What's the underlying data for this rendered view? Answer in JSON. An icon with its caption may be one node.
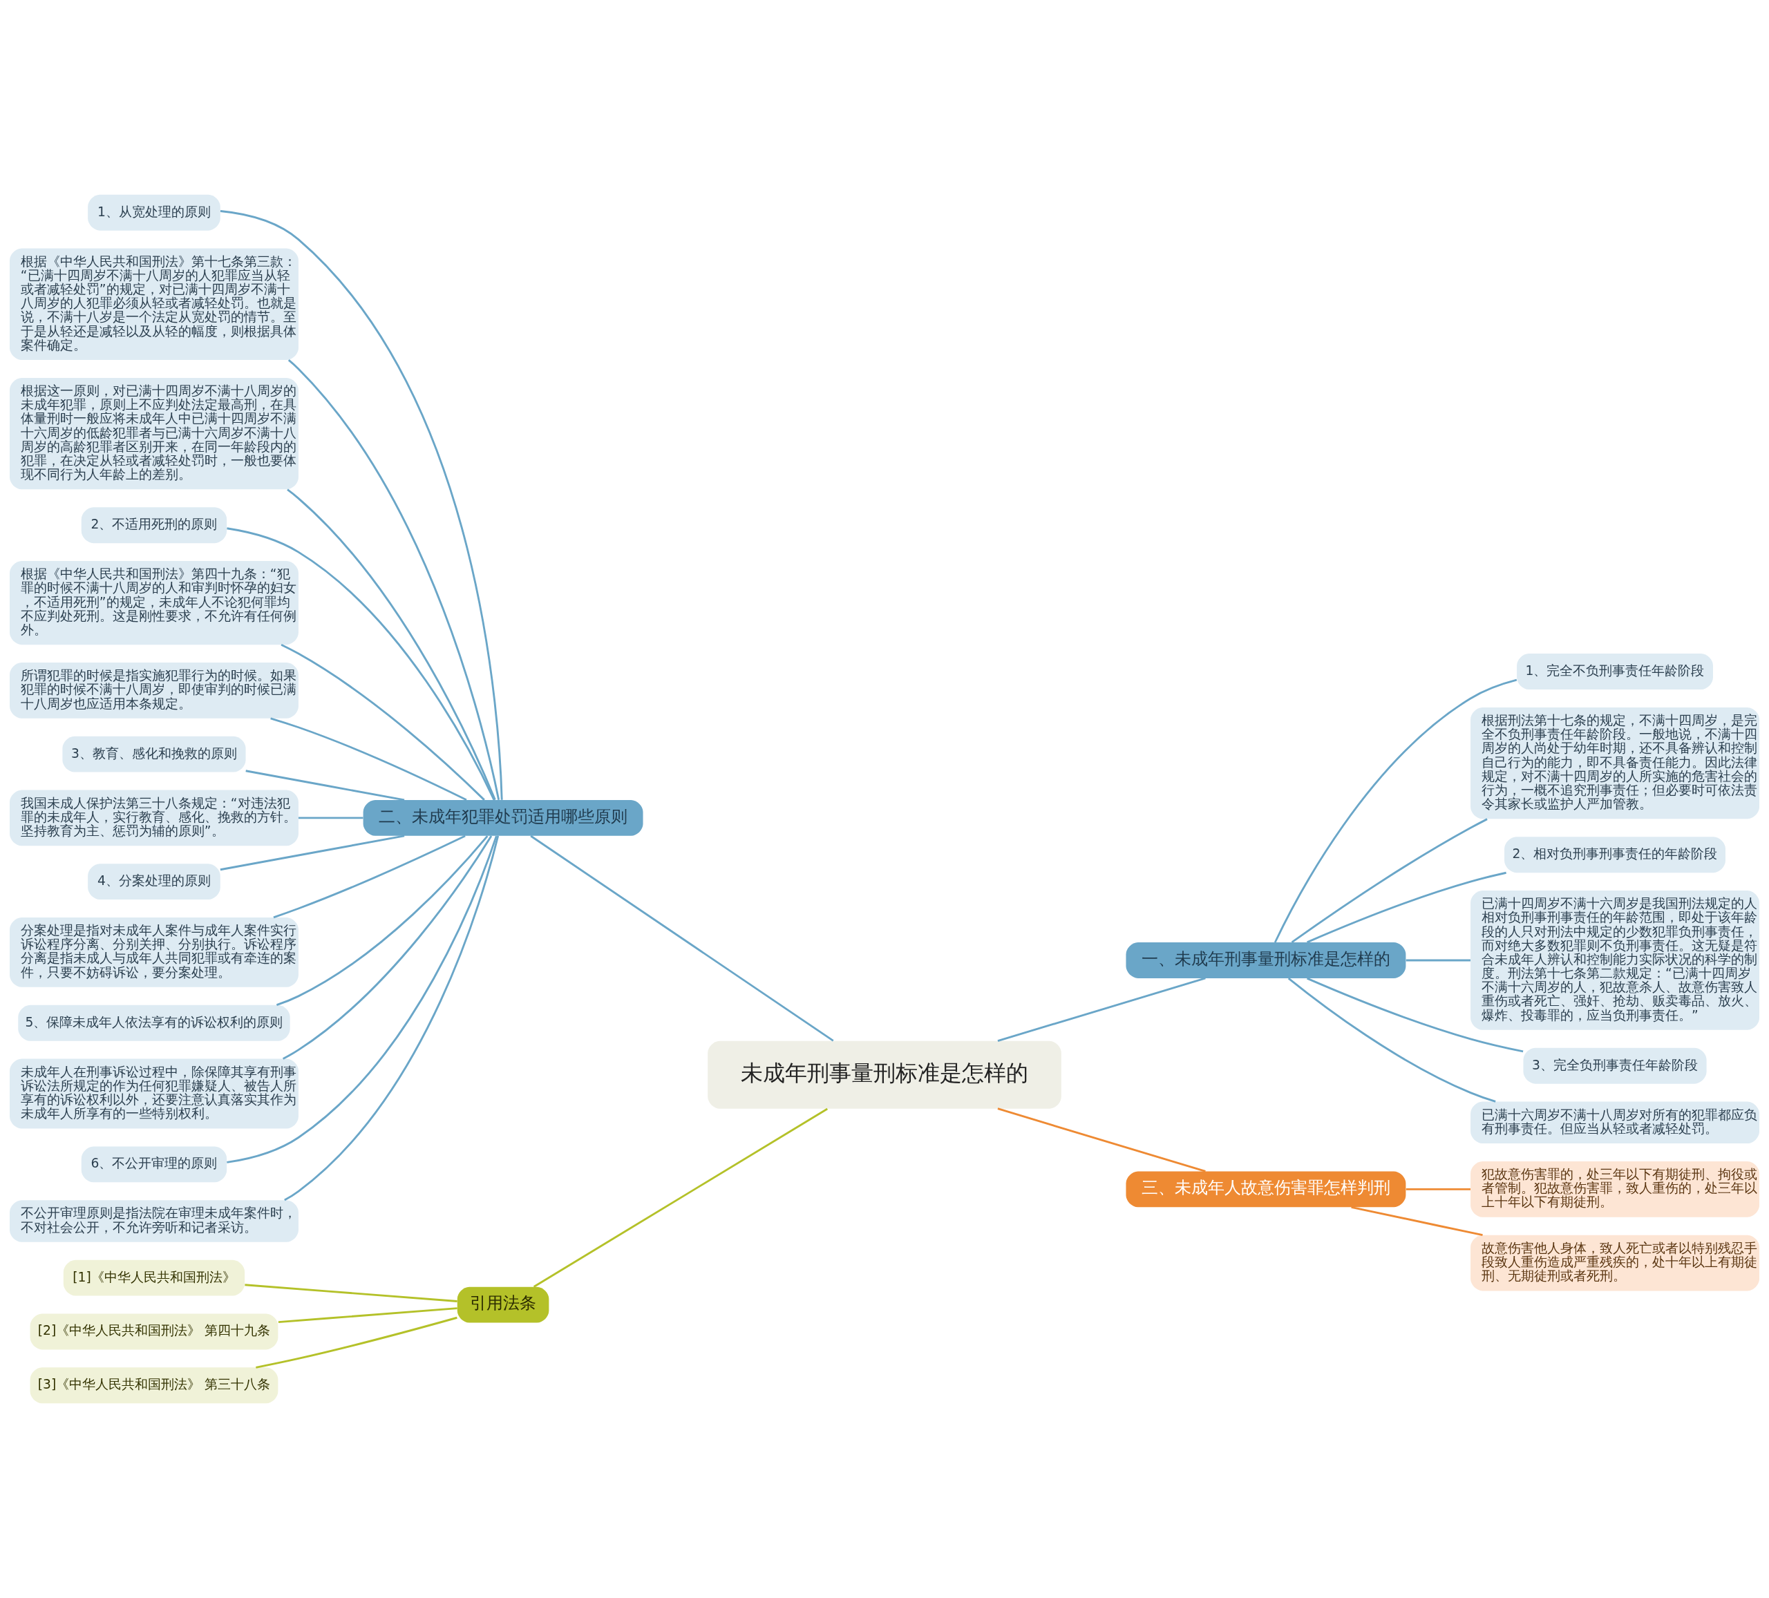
{
  "diagram": {
    "nodes": [
      {
        "text": [
          "未成年刑事量刑标准是怎样的"
        ]
      },
      {
        "text": [
          "二、未成年犯罪处罚适用哪些原则"
        ]
      },
      {
        "text": [
          "1、从宽处理的原则"
        ]
      },
      {
        "text": [
          "根据《中华人民共和国刑法》第十七条第三款：“已满十四周岁不满十八周岁的人犯罪应当从轻或者减轻处罚”的规定，对已满十四周岁不满十八周岁的人犯罪必须从轻或者减轻处罚。也就是说，不满十八岁是一个法定从宽处罚的情节。至于是从轻还是减轻以及从轻的幅度，则根据具体案件确定。"
        ]
      },
      {
        "text": [
          "根据这一原则，对已满十四周岁不满十八周岁的未成年犯罪，原则上不应判处法定最高刑，在具体量刑时一般应将未成年人中已满十四周岁不满十六周岁的低龄犯罪者与已满十六周岁不满十八周岁的高龄犯罪者区别开来，在同一年龄段内的犯罪，在决定从轻或者减轻处罚时，一般也要体现不同行为人年龄上的差别。"
        ]
      },
      {
        "text": [
          "2、不适用死刑的原则"
        ]
      },
      {
        "text": [
          "根据《中华人民共和国刑法》第四十九条：“犯罪的时候不满十八周岁的人和审判时怀孕的妇女，不适用死刑”的规定，未成年人不论犯何罪均不应判处死刑。这是刚性要求，不允许有任何例外。"
        ]
      },
      {
        "text": [
          "所谓犯罪的时候是指实施犯罪行为的时候。如果犯罪的时候不满十八周岁，即使审判的时候已满十八周岁也应适用本条规定。"
        ]
      },
      {
        "text": [
          "3、教育、感化和挽救的原则"
        ]
      },
      {
        "text": [
          "我国未成人保护法第三十八条规定：“对违法犯罪的未成年人，实行教育、感化、挽救的方针。坚持教育为主、惩罚为辅的原则”。"
        ]
      },
      {
        "text": [
          "4、分案处理的原则"
        ]
      },
      {
        "text": [
          "分案处理是指对未成年人案件与成年人案件实行诉讼程序分离、分别关押、分别执行。诉讼程序分离是指未成人与成年人共同犯罪或有牵连的案件，只要不妨碍诉讼，要分案处理。"
        ]
      },
      {
        "text": [
          "5、保障未成年人依法享有的诉讼权利的原则"
        ]
      },
      {
        "text": [
          "未成年人在刑事诉讼过程中，除保障其享有刑事诉讼法所规定的作为任何犯罪嫌疑人、被告人所享有的诉讼权利以外，还要注意认真落实其作为未成年人所享有的一些特别权利。"
        ]
      },
      {
        "text": [
          "6、不公开审理的原则"
        ]
      },
      {
        "text": [
          "不公开审理原则是指法院在审理未成年案件时，不对社会公开，不允许旁听和记者采访。"
        ]
      },
      {
        "text": [
          "一、未成年刑事量刑标准是怎样的"
        ]
      },
      {
        "text": [
          "1、完全不负刑事责任年龄阶段"
        ]
      },
      {
        "text": [
          "根据刑法第十七条的规定，不满十四周岁，是完全不负刑事责任年龄阶段。一般地说，不满十四周岁的人尚处于幼年时期，还不具备辨认和控制自己行为的能力，即不具备责任能力。因此法律规定，对不满十四周岁的人所实施的危害社会的行为，一概不追究刑事责任；但必要时可依法责令其家长或监护人严加管教。"
        ]
      },
      {
        "text": [
          "2、相对负刑事刑事责任的年龄阶段"
        ]
      },
      {
        "text": [
          "已满十四周岁不满十六周岁是我国刑法规定的人相对负刑事刑事责任的年龄范围，即处于该年龄段的人只对刑法中规定的少数犯罪负刑事责任，而对绝大多数犯罪则不负刑事责任。这无疑是符合未成年人辨认和控制能力实际状况的科学的制度。刑法第十七条第二款规定：“已满十四周岁不满十六周岁的人，犯故意杀人、故意伤害致人重伤或者死亡、强奸、抢劫、贩卖毒品、放火、爆炸、投毒罪的，应当负刑事责任。”"
        ]
      },
      {
        "text": [
          "3、完全负刑事责任年龄阶段"
        ]
      },
      {
        "text": [
          "已满十六周岁不满十八周岁对所有的犯罪都应负有刑事责任。但应当从轻或者减轻处罚。"
        ]
      },
      {
        "text": [
          "三、未成年人故意伤害罪怎样判刑"
        ]
      },
      {
        "text": [
          "犯故意伤害罪的，处三年以下有期徒刑、拘役或者管制。犯故意伤害罪，致人重伤的，处三年以上十年以下有期徒刑。"
        ]
      },
      {
        "text": [
          "故意伤害他人身体，致人死亡或者以特别残忍手段致人重伤造成严重残疾的，处十年以上有期徒刑、无期徒刑或者死刑。"
        ]
      },
      {
        "text": [
          "引用法条"
        ]
      },
      {
        "text": [
          "[1]《中华人民共和国刑法》"
        ]
      },
      {
        "text": [
          "[2]《中华人民共和国刑法》 第四十九条"
        ]
      },
      {
        "text": [
          "[3]《中华人民共和国刑法》 第三十八条"
        ]
      }
    ],
    "edges": [
      {
        "from": 0,
        "to": 1,
        "arrow": "none"
      },
      {
        "from": 1,
        "to": 2,
        "arrow": "none"
      },
      {
        "from": 1,
        "to": 3,
        "arrow": "none"
      },
      {
        "from": 1,
        "to": 4,
        "arrow": "none"
      },
      {
        "from": 1,
        "to": 5,
        "arrow": "none"
      },
      {
        "from": 1,
        "to": 6,
        "arrow": "none"
      },
      {
        "from": 1,
        "to": 7,
        "arrow": "none"
      },
      {
        "from": 1,
        "to": 8,
        "arrow": "none"
      },
      {
        "from": 1,
        "to": 9,
        "arrow": "none"
      },
      {
        "from": 1,
        "to": 10,
        "arrow": "none"
      },
      {
        "from": 1,
        "to": 11,
        "arrow": "none"
      },
      {
        "from": 1,
        "to": 12,
        "arrow": "none"
      },
      {
        "from": 1,
        "to": 13,
        "arrow": "none"
      },
      {
        "from": 1,
        "to": 14,
        "arrow": "none"
      },
      {
        "from": 1,
        "to": 15,
        "arrow": "none"
      },
      {
        "from": 0,
        "to": 16,
        "arrow": "none"
      },
      {
        "from": 16,
        "to": 17,
        "arrow": "none"
      },
      {
        "from": 16,
        "to": 18,
        "arrow": "none"
      },
      {
        "from": 16,
        "to": 19,
        "arrow": "none"
      },
      {
        "from": 16,
        "to": 20,
        "arrow": "none"
      },
      {
        "from": 16,
        "to": 21,
        "arrow": "none"
      },
      {
        "from": 16,
        "to": 22,
        "arrow": "none"
      },
      {
        "from": 0,
        "to": 23,
        "arrow": "none",
        "color": "#ee8a33"
      },
      {
        "from": 23,
        "to": 24,
        "arrow": "none",
        "color": "#ee8a33"
      },
      {
        "from": 23,
        "to": 25,
        "arrow": "none",
        "color": "#ee8a33"
      },
      {
        "from": 0,
        "to": 26,
        "arrow": "none",
        "color": "#b4c129"
      },
      {
        "from": 26,
        "to": 27,
        "arrow": "none",
        "color": "#b4c129"
      },
      {
        "from": 26,
        "to": 28,
        "arrow": "none",
        "color": "#b4c129"
      },
      {
        "from": 26,
        "to": 29,
        "arrow": "none",
        "color": "#b4c129"
      }
    ]
  }
}
